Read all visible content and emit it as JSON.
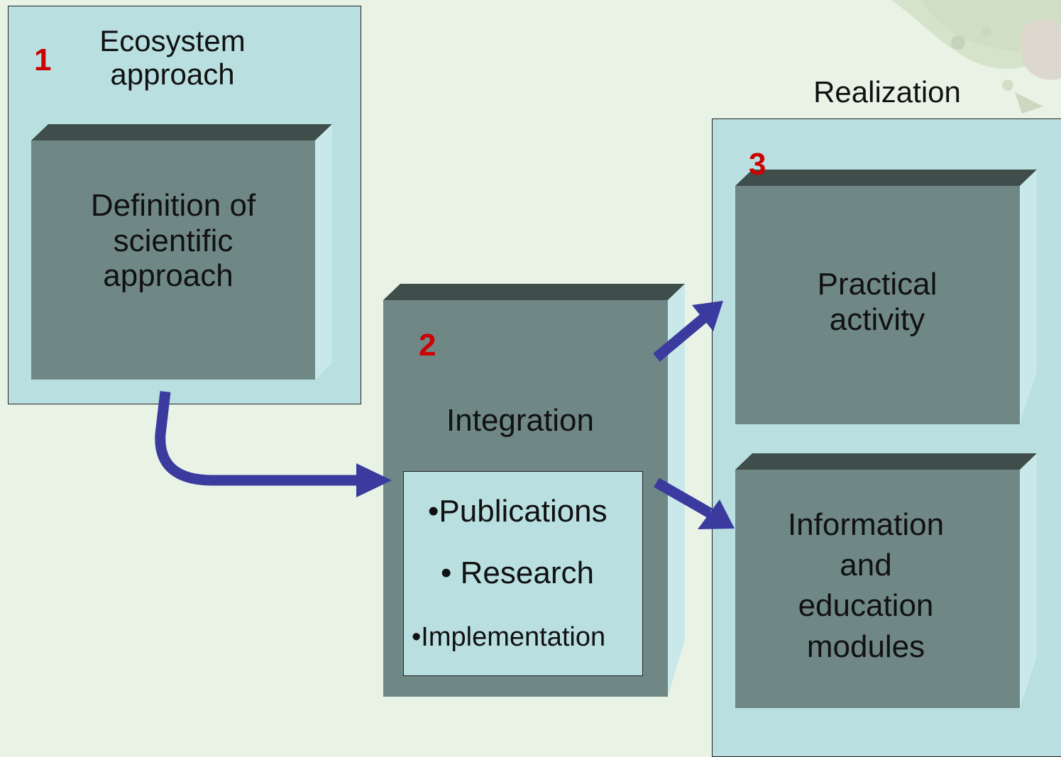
{
  "step1": {
    "number": "1",
    "title_line1": "Ecosystem",
    "title_line2": "approach",
    "box_line1": "Definition of",
    "box_line2": "scientific",
    "box_line3": "approach"
  },
  "step2": {
    "number": "2",
    "title": "Integration",
    "items": [
      "•Publications",
      "• Research",
      "•Implementation"
    ]
  },
  "step3": {
    "number": "3",
    "header": "Realization",
    "box1_line1": "Practical",
    "box1_line2": "activity",
    "box2_line1": "Information",
    "box2_line2": "and",
    "box2_line3": "education",
    "box2_line4": "modules"
  },
  "colors": {
    "background": "#e8f3e6",
    "panel": "#b9dfe1",
    "box_front": "#6f8886",
    "box_top": "#3f4d4b",
    "box_side": "#c8e8ea",
    "arrow": "#3b3a9e",
    "number": "#cc0000"
  }
}
